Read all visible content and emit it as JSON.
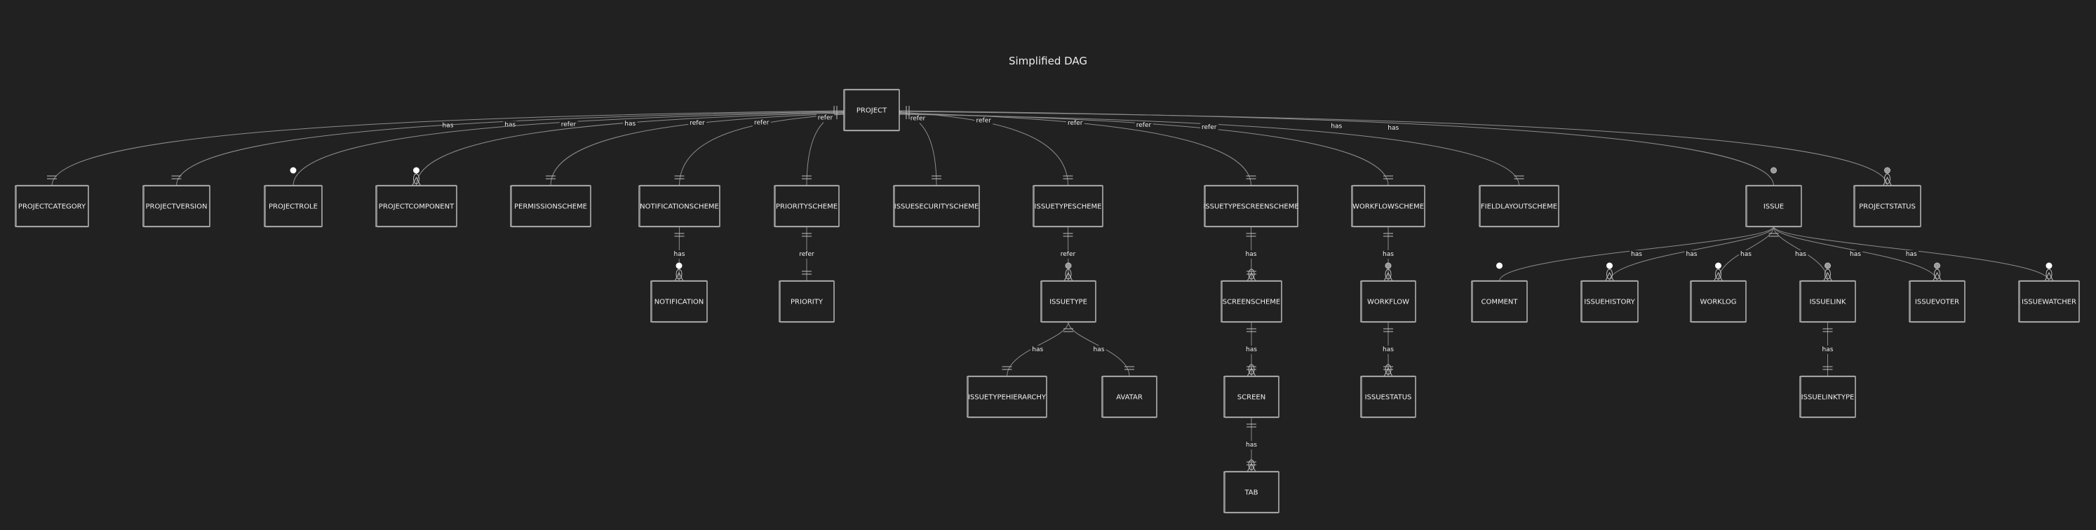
{
  "title": "Simplified DAG",
  "entities": {
    "project": "PROJECT",
    "projectcategory": "PROJECTCATEGORY",
    "projectversion": "PROJECTVERSION",
    "projectrole": "PROJECTROLE",
    "projectcomponent": "PROJECTCOMPONENT",
    "permissionscheme": "PERMISSIONSCHEME",
    "notificationscheme": "NOTIFICATIONSCHEME",
    "priorityscheme": "PRIORITYSCHEME",
    "issuesecurityscheme": "ISSUESECURITYSCHEME",
    "issuetypescheme": "ISSUETYPESCHEME",
    "issuetypescreenscheme": "ISSUETYPESCREENSCHEME",
    "workflowscheme": "WORKFLOWSCHEME",
    "fieldlayoutscheme": "FIELDLAYOUTSCHEME",
    "issue": "ISSUE",
    "projectstatus": "PROJECTSTATUS",
    "notification": "NOTIFICATION",
    "priority": "PRIORITY",
    "issuetype": "ISSUETYPE",
    "screenscheme": "SCREENSCHEME",
    "workflow": "WORKFLOW",
    "comment": "COMMENT",
    "issuehistory": "ISSUEHISTORY",
    "worklog": "WORKLOG",
    "issuelink": "ISSUELINK",
    "issuevoter": "ISSUEVOTER",
    "issuewatcher": "ISSUEWATCHER",
    "issuetypehierarchy": "ISSUETYPEHIERARCHY",
    "avatar": "AVATAR",
    "screen": "SCREEN",
    "issuestatus": "ISSUESTATUS",
    "issuelinktype": "ISSUELINKTYPE",
    "tab": "TAB"
  },
  "relationships": [
    {
      "from": "project",
      "to": "projectcategory",
      "label": "has",
      "end": "one"
    },
    {
      "from": "project",
      "to": "projectversion",
      "label": "has",
      "end": "one"
    },
    {
      "from": "project",
      "to": "projectrole",
      "label": "refer",
      "end": "zero-white"
    },
    {
      "from": "project",
      "to": "projectcomponent",
      "label": "has",
      "end": "zero-many-white"
    },
    {
      "from": "project",
      "to": "permissionscheme",
      "label": "refer",
      "end": "one"
    },
    {
      "from": "project",
      "to": "notificationscheme",
      "label": "refer",
      "end": "one"
    },
    {
      "from": "project",
      "to": "priorityscheme",
      "label": "refer",
      "end": "one"
    },
    {
      "from": "project",
      "to": "issuesecurityscheme",
      "label": "refer",
      "end": "one"
    },
    {
      "from": "project",
      "to": "issuetypescheme",
      "label": "refer",
      "end": "one"
    },
    {
      "from": "project",
      "to": "issuetypescreenscheme",
      "label": "refer",
      "end": "one"
    },
    {
      "from": "project",
      "to": "workflowscheme",
      "label": "refer",
      "end": "one"
    },
    {
      "from": "project",
      "to": "fieldlayoutscheme",
      "label": "refer",
      "end": "one"
    },
    {
      "from": "project",
      "to": "issue",
      "label": "has",
      "end": "zero-grey"
    },
    {
      "from": "project",
      "to": "projectstatus",
      "label": "has",
      "end": "zero-many-grey"
    },
    {
      "from": "notificationscheme",
      "to": "notification",
      "label": "has",
      "end": "zero-many-white"
    },
    {
      "from": "priorityscheme",
      "to": "priority",
      "label": "refer",
      "end": "one"
    },
    {
      "from": "issuetypescheme",
      "to": "issuetype",
      "label": "refer",
      "end": "zero-many-grey"
    },
    {
      "from": "issuetypescreenscheme",
      "to": "screenscheme",
      "label": "has",
      "end": "one-many"
    },
    {
      "from": "workflowscheme",
      "to": "workflow",
      "label": "has",
      "end": "zero-many-grey"
    },
    {
      "from": "issuetype",
      "to": "issuetypehierarchy",
      "label": "has",
      "end": "one"
    },
    {
      "from": "issuetype",
      "to": "avatar",
      "label": "has",
      "end": "one"
    },
    {
      "from": "screenscheme",
      "to": "screen",
      "label": "has",
      "end": "one-many"
    },
    {
      "from": "workflow",
      "to": "issuestatus",
      "label": "has",
      "end": "one-many"
    },
    {
      "from": "screen",
      "to": "tab",
      "label": "has",
      "end": "one-many"
    },
    {
      "from": "issue",
      "to": "comment",
      "label": "has",
      "end": "zero-white"
    },
    {
      "from": "issue",
      "to": "issuehistory",
      "label": "has",
      "end": "zero-many-white"
    },
    {
      "from": "issue",
      "to": "worklog",
      "label": "has",
      "end": "zero-many-white"
    },
    {
      "from": "issue",
      "to": "issuelink",
      "label": "has",
      "end": "zero-many-grey"
    },
    {
      "from": "issue",
      "to": "issuevoter",
      "label": "has",
      "end": "zero-many-grey"
    },
    {
      "from": "issue",
      "to": "issuewatcher",
      "label": "has",
      "end": "zero-many-white"
    },
    {
      "from": "issuelink",
      "to": "issuelinktype",
      "label": "has",
      "end": "one"
    }
  ]
}
